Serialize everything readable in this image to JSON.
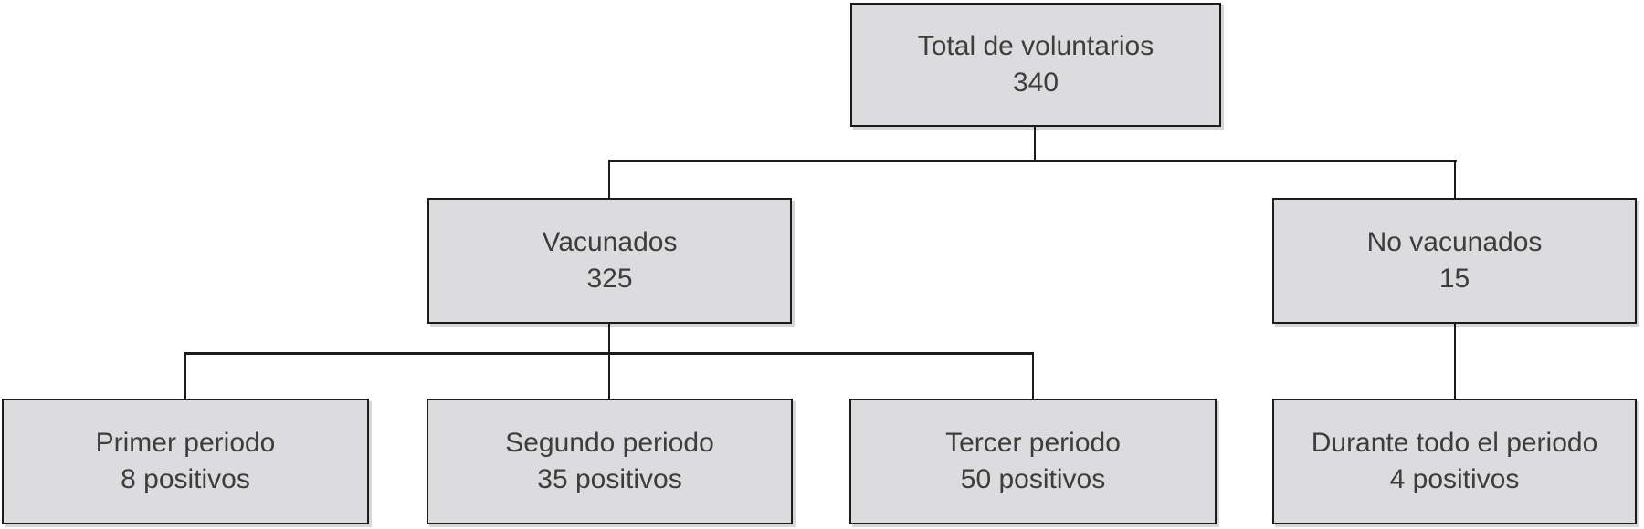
{
  "diagram": {
    "type": "tree-flowchart",
    "language": "es",
    "colors": {
      "background": "#ffffff",
      "node_fill": "#dcdcde",
      "node_border": "#1b1b1b",
      "connector": "#1b1b1b",
      "text": "#3d3d3d"
    },
    "nodes": {
      "root": {
        "label": "Total de voluntarios",
        "value": "340"
      },
      "vacunados": {
        "label": "Vacunados",
        "value": "325"
      },
      "no_vacunados": {
        "label": "No vacunados",
        "value": "15"
      },
      "primer_periodo": {
        "label": "Primer periodo",
        "value": "8 positivos"
      },
      "segundo_periodo": {
        "label": "Segundo periodo",
        "value": "35 positivos"
      },
      "tercer_periodo": {
        "label": "Tercer periodo",
        "value": "50 positivos"
      },
      "durante_todo_el_periodo": {
        "label": "Durante todo el periodo",
        "value": "4 positivos"
      }
    },
    "edges": [
      {
        "from": "root",
        "to": "vacunados"
      },
      {
        "from": "root",
        "to": "no_vacunados"
      },
      {
        "from": "vacunados",
        "to": "primer_periodo"
      },
      {
        "from": "vacunados",
        "to": "segundo_periodo"
      },
      {
        "from": "vacunados",
        "to": "tercer_periodo"
      },
      {
        "from": "no_vacunados",
        "to": "durante_todo_el_periodo"
      }
    ]
  }
}
